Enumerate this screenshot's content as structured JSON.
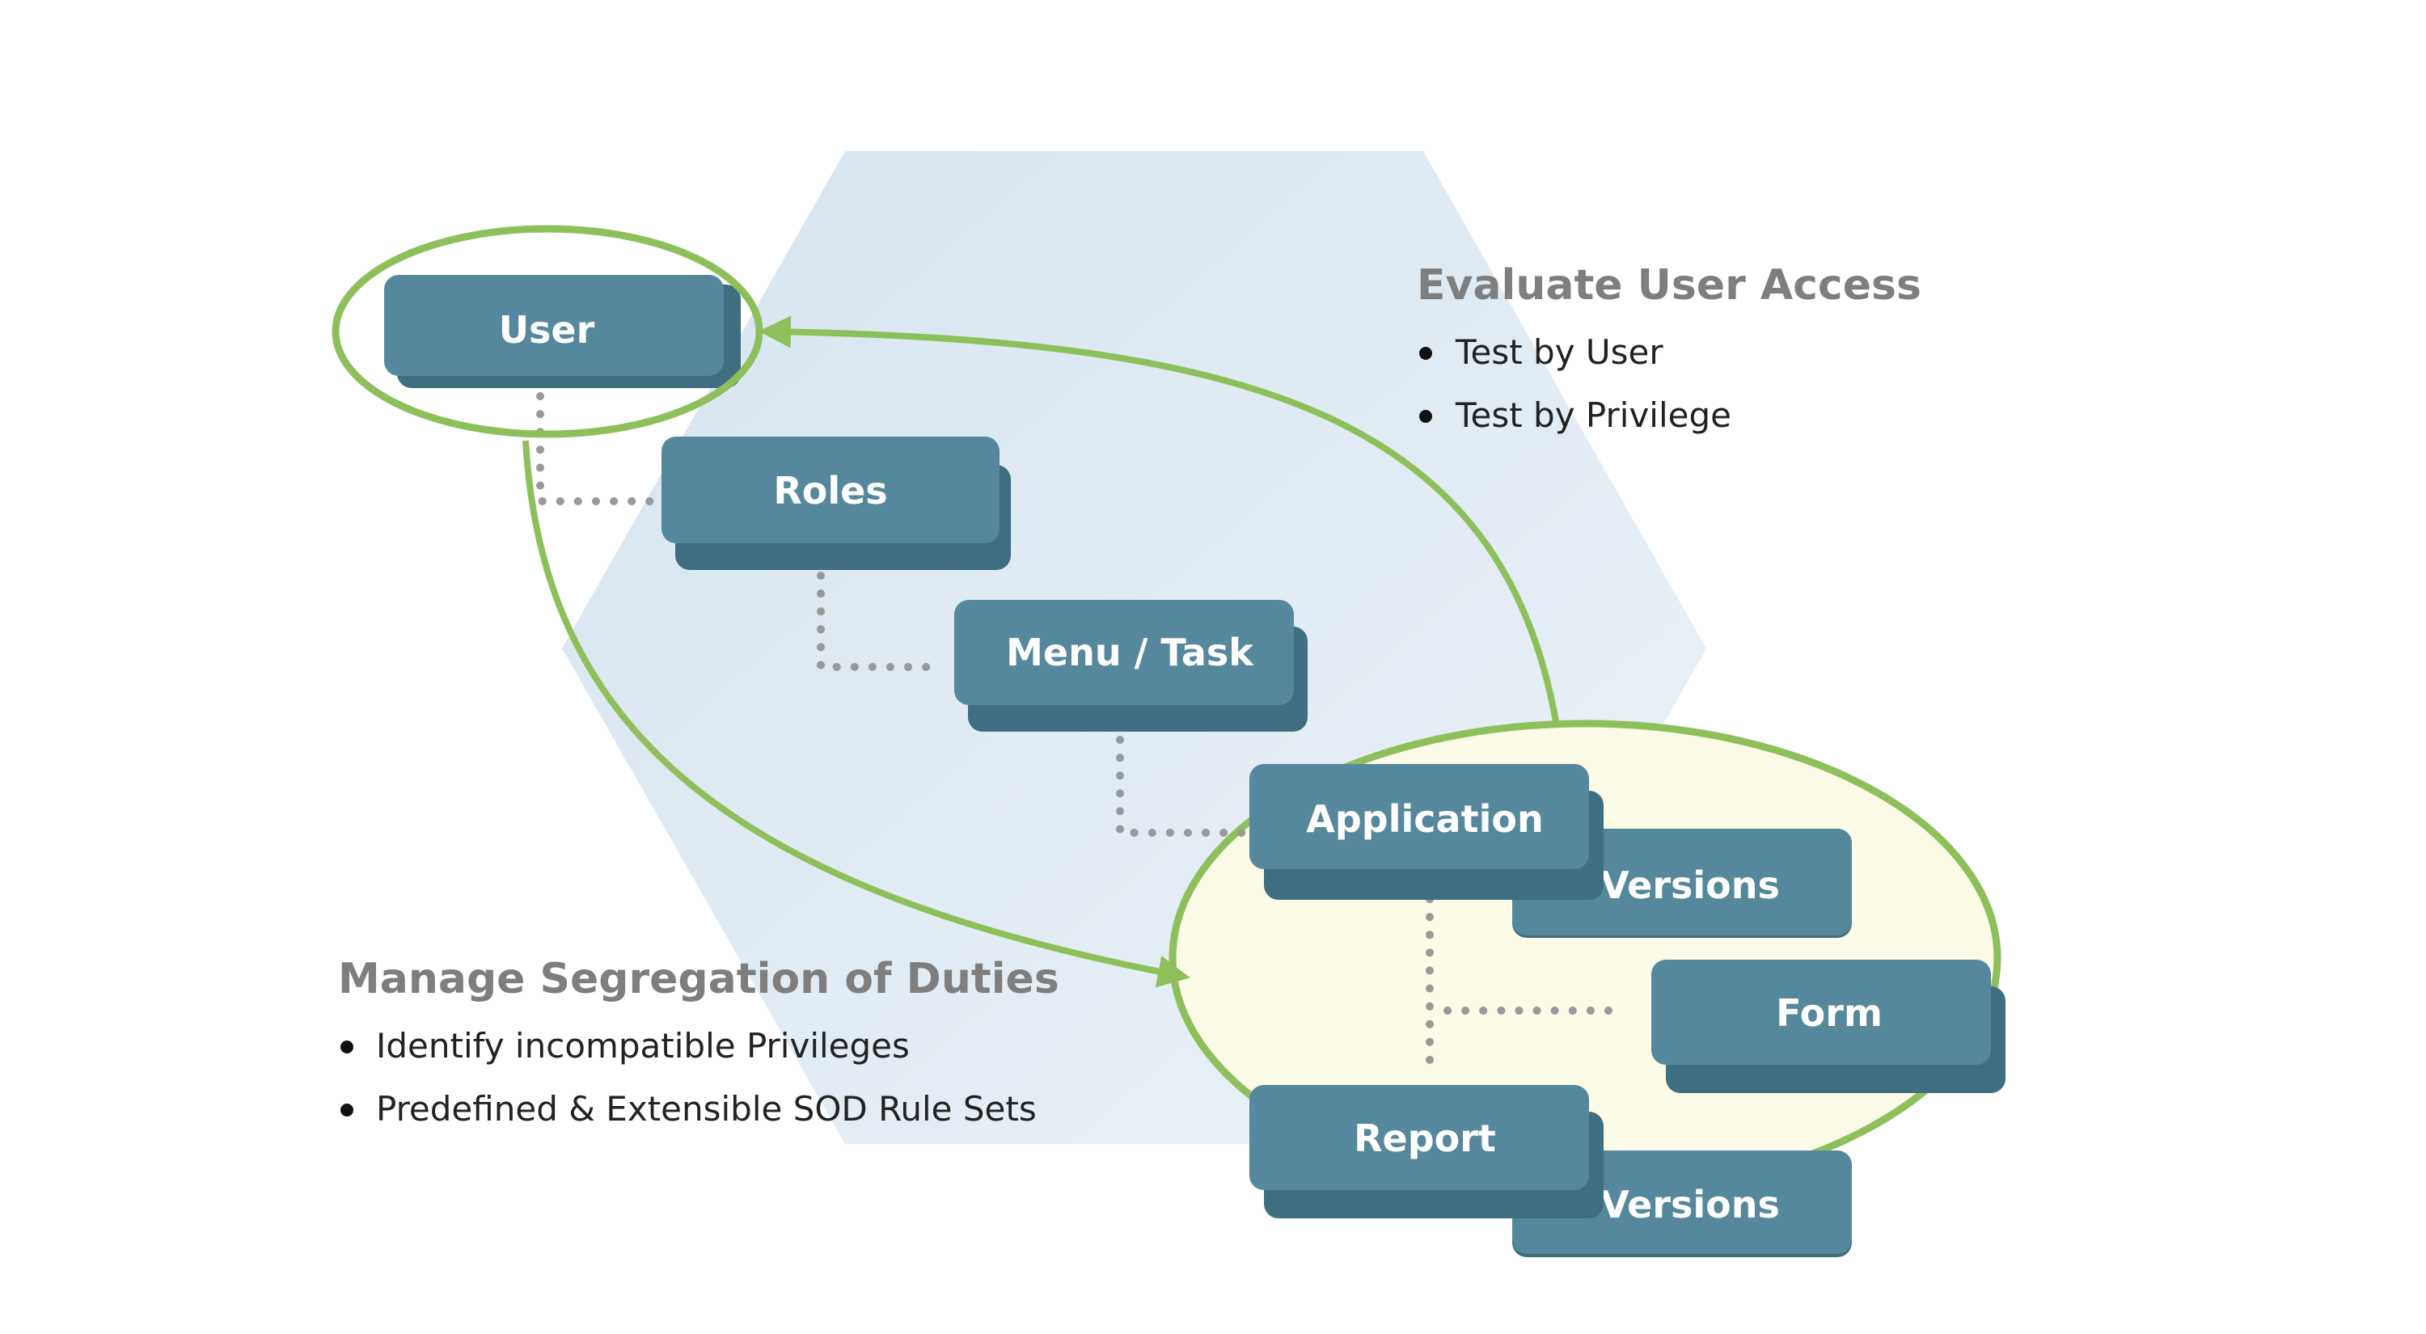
{
  "colors": {
    "hexagon_fill": "#dde9f2",
    "node_fill": "#55889c",
    "node_shadow": "#3e6e80",
    "accent_green": "#8dc05a",
    "highlight_fill": "#fcfbe7",
    "heading_text": "#7e7e7e",
    "connector": "#999999"
  },
  "nodes": {
    "user": "User",
    "roles": "Roles",
    "menu_task": "Menu / Task",
    "application": "Application",
    "application_versions": "Versions",
    "form": "Form",
    "report": "Report",
    "report_versions": "Versions"
  },
  "evaluate": {
    "title": "Evaluate User Access",
    "bullets": [
      "Test by User",
      "Test by Privilege"
    ]
  },
  "sod": {
    "title": "Manage Segregation of Duties",
    "bullets": [
      "Identify incompatible Privileges",
      "Predefined & Extensible SOD Rule Sets"
    ]
  }
}
